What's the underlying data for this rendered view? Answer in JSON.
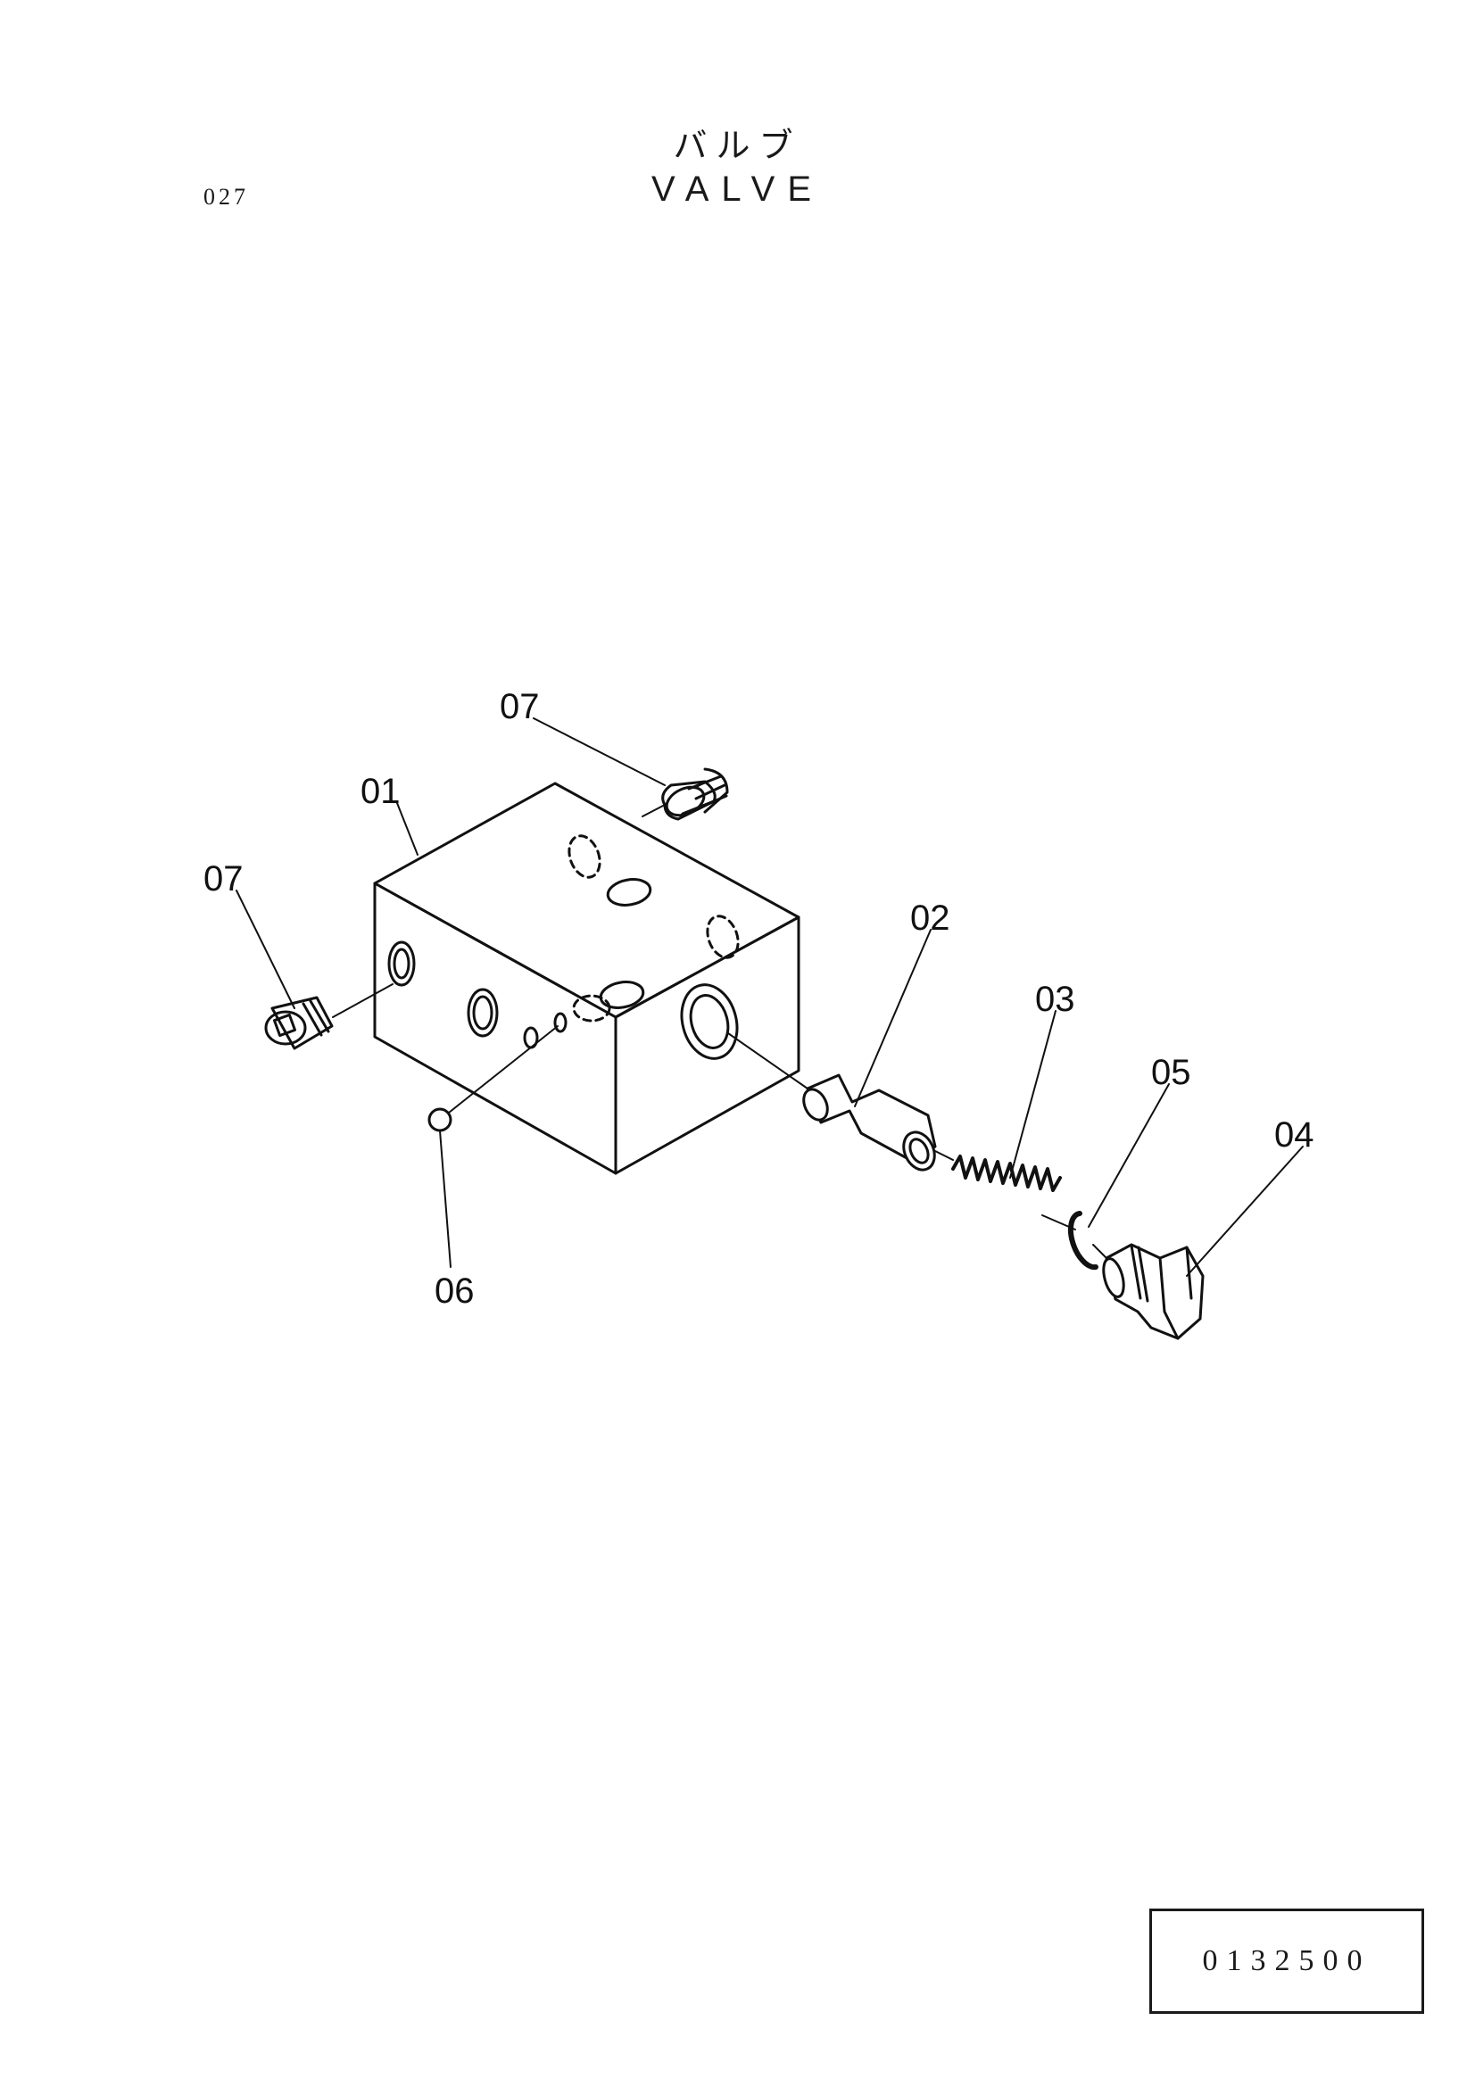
{
  "header": {
    "title_jp": "バルブ",
    "title_en": "VALVE",
    "page_number": "027"
  },
  "diagram": {
    "parts": [
      {
        "id": "01",
        "label": "01"
      },
      {
        "id": "02",
        "label": "02"
      },
      {
        "id": "03",
        "label": "03"
      },
      {
        "id": "04",
        "label": "04"
      },
      {
        "id": "05",
        "label": "05"
      },
      {
        "id": "06",
        "label": "06"
      },
      {
        "id": "07a",
        "label": "07"
      },
      {
        "id": "07b",
        "label": "07"
      }
    ]
  },
  "footer": {
    "document_code": "0132500"
  },
  "colors": {
    "ink": "#1a1a1a",
    "paper": "#ffffff"
  }
}
